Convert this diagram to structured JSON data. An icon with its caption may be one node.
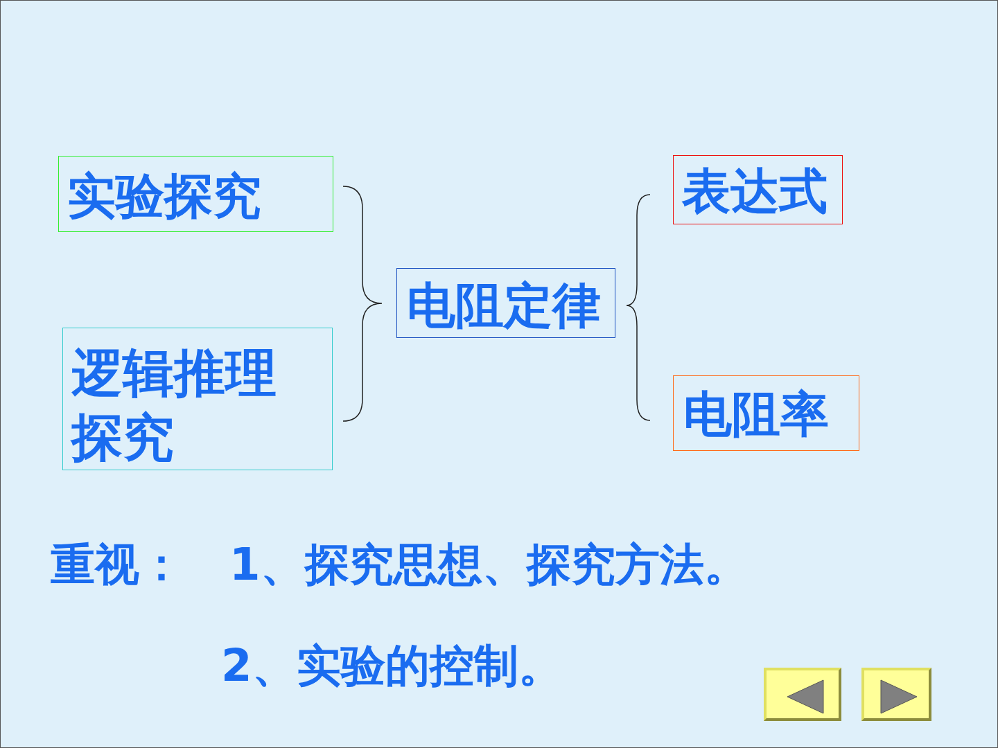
{
  "diagram": {
    "nodes": [
      {
        "text": [
          "实验探究"
        ]
      },
      {
        "text": [
          "逻辑推理探究"
        ]
      },
      {
        "text": [
          "电阻定律"
        ]
      },
      {
        "text": [
          "表达式"
        ]
      },
      {
        "text": [
          "电阻率"
        ]
      }
    ],
    "labels": [
      "重视：",
      "1、探究思想、探究方法。",
      "2、实验的控制。"
    ]
  }
}
